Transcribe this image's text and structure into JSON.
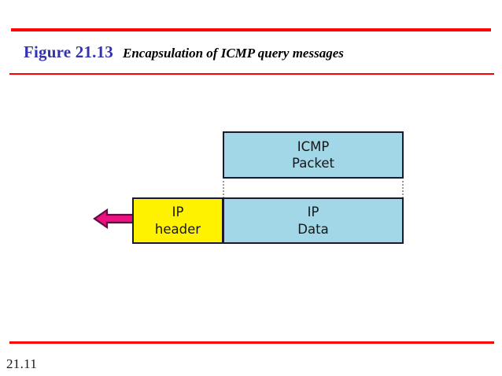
{
  "slide": {
    "number_label": "21.11",
    "accent_rule_color": "#FF0000"
  },
  "caption": {
    "figure_label": "Figure 21.13",
    "figure_label_color": "#3333B0",
    "title": "Encapsulation of ICMP query messages",
    "title_color": "#000000"
  },
  "diagram": {
    "type": "encapsulation-packet-diagram",
    "colors": {
      "payload_fill": "#A1D7E7",
      "header_fill": "#FFF200",
      "box_stroke": "#1A1A2E",
      "connector": "#9A9A9A",
      "arrow_fill": "#EC1080",
      "arrow_stroke": "#5B1040"
    },
    "boxes": [
      {
        "name": "icmp-packet",
        "line1": "ICMP",
        "line2": "Packet",
        "fill": "payload"
      },
      {
        "name": "ip-header",
        "line1": "IP",
        "line2": "header",
        "fill": "header"
      },
      {
        "name": "ip-data",
        "line1": "IP",
        "line2": "Data",
        "fill": "payload"
      }
    ],
    "connectors": [
      {
        "name": "left-connector",
        "style": "dotted"
      },
      {
        "name": "right-connector",
        "style": "dotted"
      }
    ],
    "arrow": {
      "name": "transmission-arrow",
      "direction": "left"
    }
  }
}
